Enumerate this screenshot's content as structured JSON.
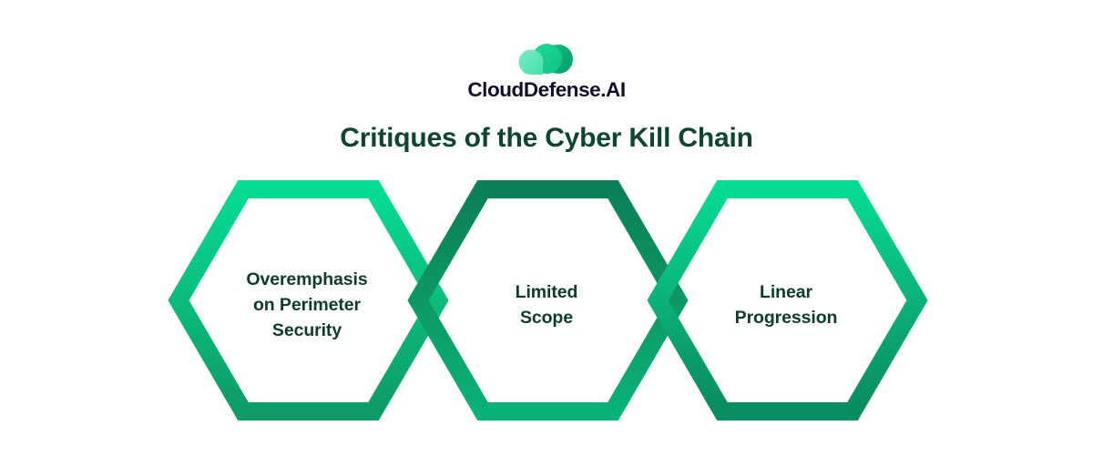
{
  "brand": {
    "logo_icon": "clouddefense-cloud-logo",
    "wordmark": "CloudDefense.AI",
    "logo_colors": {
      "light": "#5FE6B4",
      "mid": "#12D68F",
      "dark": "#0EA36E"
    },
    "wordmark_color": "#100F2B"
  },
  "heading": {
    "title": "Critiques of the Cyber Kill Chain",
    "color": "#0D4434"
  },
  "diagram": {
    "type": "interlocking-hexagons",
    "label_color": "#0E3B2D",
    "background": "#FFFFFF",
    "items": [
      {
        "label": "Overemphasis on Perimeter Security",
        "line1": "Overemphasis",
        "line2": "on Perimeter",
        "line3": "Security",
        "gradient_from": "#05DC92",
        "gradient_to": "#0E9B66"
      },
      {
        "label": "Limited Scope",
        "line1": "Limited",
        "line2": "Scope",
        "line3": "",
        "gradient_from": "#0B7F56",
        "gradient_to": "#09B277"
      },
      {
        "label": "Linear Progression",
        "line1": "Linear",
        "line2": "Progression",
        "line3": "",
        "gradient_from": "#05DC92",
        "gradient_to": "#0A8A5F"
      }
    ]
  }
}
